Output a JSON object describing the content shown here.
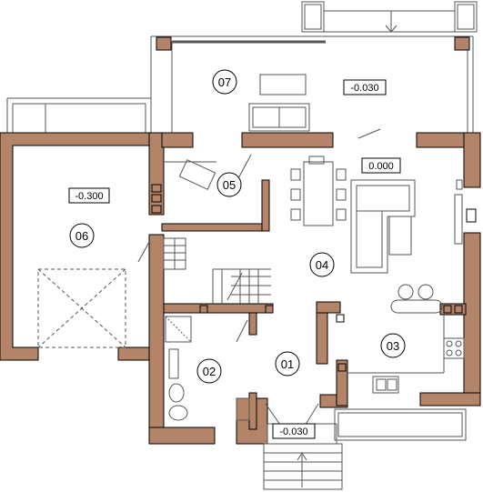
{
  "rooms": [
    {
      "id": "room-01",
      "number": "01"
    },
    {
      "id": "room-02",
      "number": "02"
    },
    {
      "id": "room-03",
      "number": "03"
    },
    {
      "id": "room-04",
      "number": "04"
    },
    {
      "id": "room-05",
      "number": "05"
    },
    {
      "id": "room-06",
      "number": "06"
    },
    {
      "id": "room-07",
      "number": "07"
    }
  ],
  "levels": {
    "terrace": "-0.030",
    "main": "0.000",
    "garage": "-0.300",
    "entrance": "-0.030"
  },
  "colors": {
    "wall": "#b48468",
    "wall_outline": "#000000",
    "line": "#5a5a5a",
    "background": "#ffffff"
  }
}
